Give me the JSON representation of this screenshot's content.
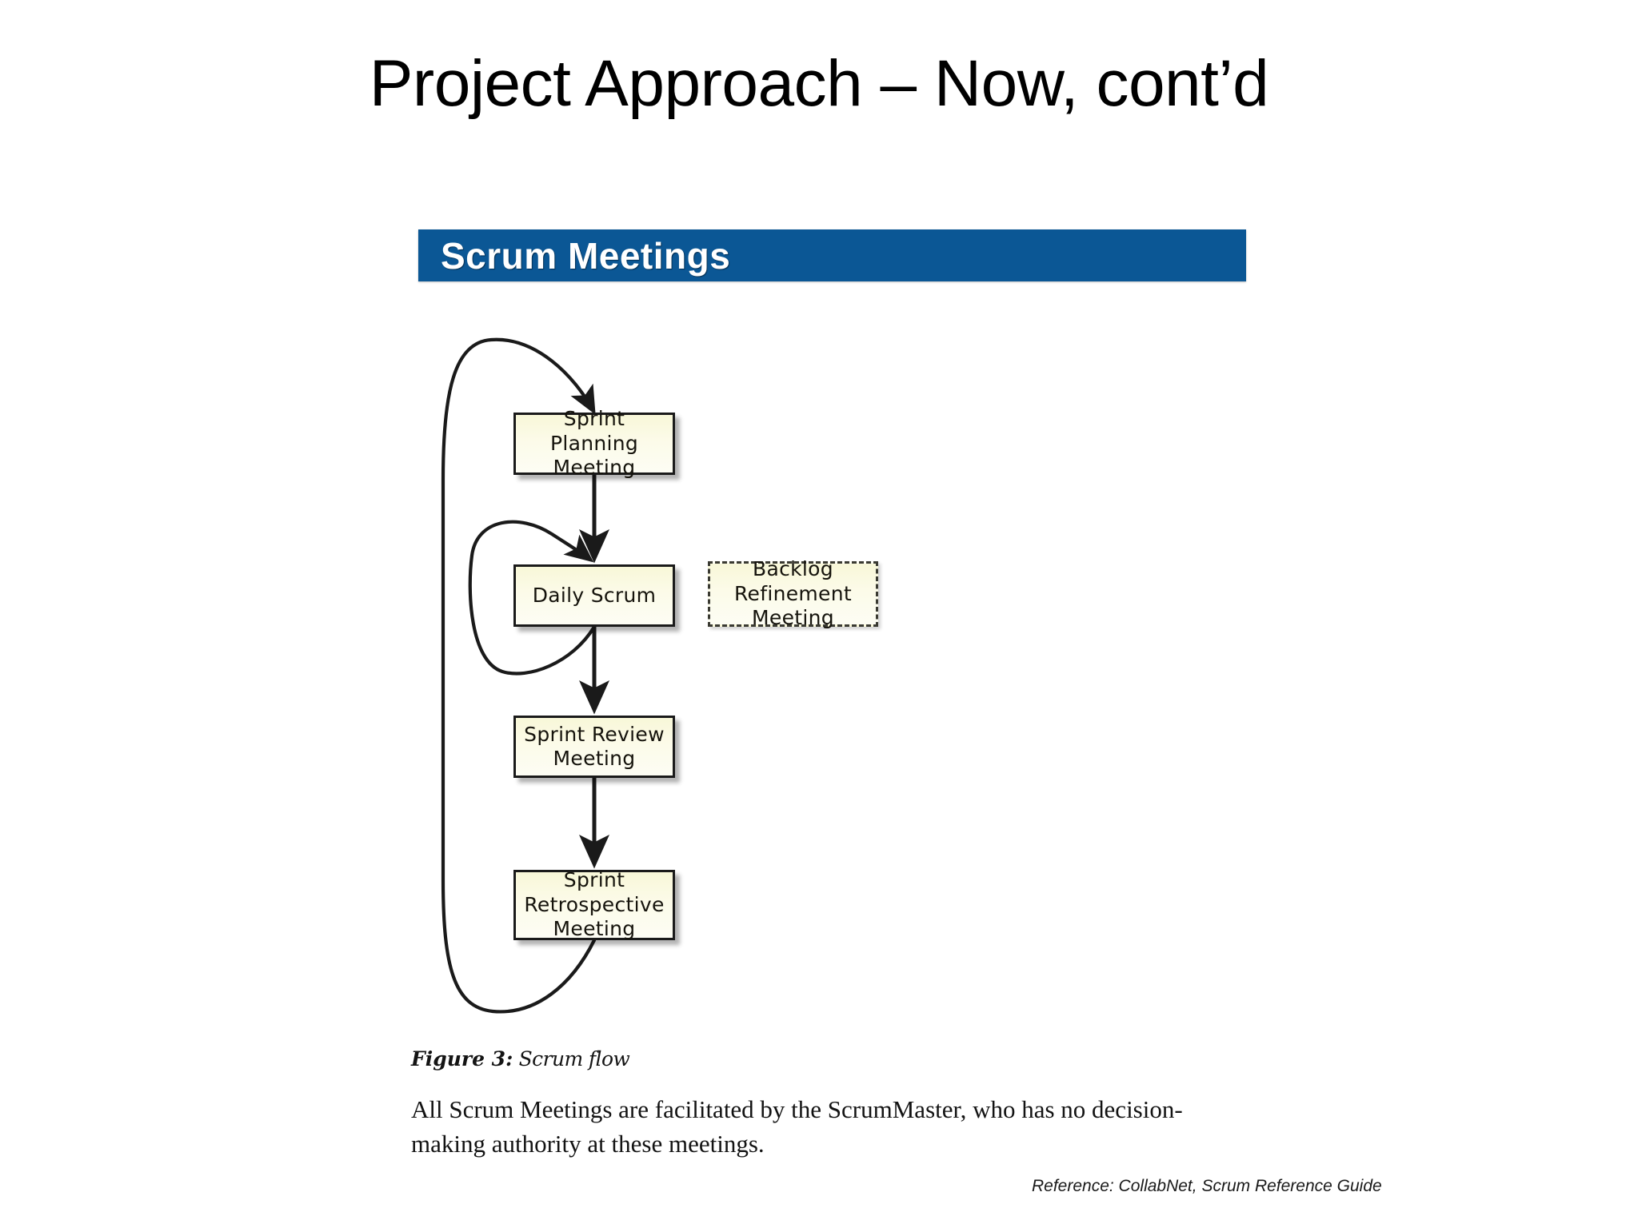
{
  "slide": {
    "title": "Project Approach – Now, cont’d",
    "background_color": "#ffffff"
  },
  "figure": {
    "banner": {
      "label": "Scrum Meetings",
      "background_color": "#0b5795",
      "text_color": "#ffffff"
    },
    "diagram": {
      "type": "flowchart",
      "node_fill_color": "#f9f8dd",
      "node_border_color": "#1a1a1a",
      "nodes": [
        {
          "id": "sprint-planning",
          "label": "Sprint Planning\nMeeting",
          "border": "solid"
        },
        {
          "id": "daily-scrum",
          "label": "Daily Scrum",
          "border": "solid"
        },
        {
          "id": "backlog-refinement",
          "label": "Backlog\nRefinement\nMeeting",
          "border": "dashed"
        },
        {
          "id": "sprint-review",
          "label": "Sprint Review\nMeeting",
          "border": "solid"
        },
        {
          "id": "sprint-retrospective",
          "label": "Sprint\nRetrospective\nMeeting",
          "border": "solid"
        }
      ],
      "edges": [
        {
          "from": "sprint-planning",
          "to": "daily-scrum",
          "style": "straight-arrow"
        },
        {
          "from": "daily-scrum",
          "to": "daily-scrum",
          "style": "self-loop-left"
        },
        {
          "from": "daily-scrum",
          "to": "sprint-review",
          "style": "straight-arrow"
        },
        {
          "from": "sprint-review",
          "to": "sprint-retrospective",
          "style": "straight-arrow"
        },
        {
          "from": "sprint-retrospective",
          "to": "sprint-planning",
          "style": "outer-loop-left"
        }
      ]
    },
    "caption": {
      "label": "Figure 3:",
      "title": " Scrum flow"
    },
    "body_text": "All Scrum Meetings are facilitated by the ScrumMaster, who has no decision-making authority at these meetings."
  },
  "reference": {
    "text": "Reference:  CollabNet, Scrum Reference Guide"
  }
}
